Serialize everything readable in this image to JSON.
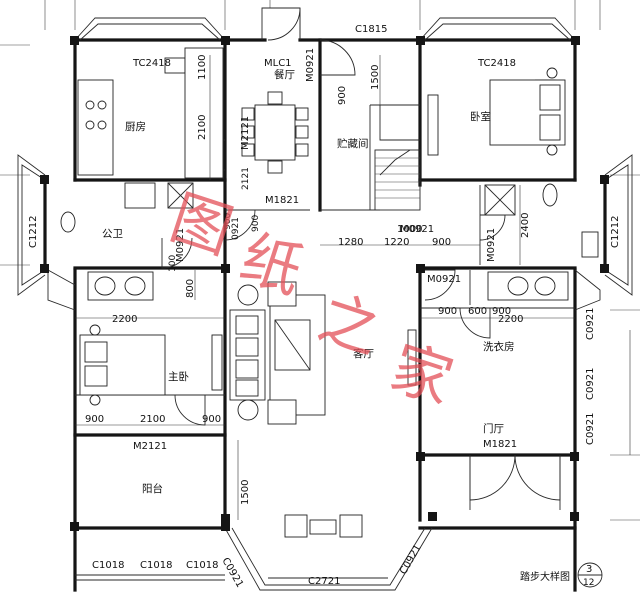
{
  "rooms": {
    "kitchen": "厨房",
    "dining": "餐厅",
    "storage": "贮藏间",
    "bedroom": "卧室",
    "public_bath": "公卫",
    "master_bedroom": "主卧",
    "living_room": "客厅",
    "laundry": "洗衣房",
    "foyer": "门厅",
    "balcony": "阳台"
  },
  "openings": {
    "tc2418_left": "TC2418",
    "tc2418_right": "TC2418",
    "mlc1": "MLC1",
    "c1815": "C1815",
    "m0921_dining": "M0921",
    "m2121_kitchen": "M2121",
    "m1821_kitchen": "M1821",
    "m0921_left": "M0921",
    "m0921_mid": "M0921",
    "m0921_right": "M0921",
    "m0921_laundry": "M0921",
    "c1212_left": "C1212",
    "c1212_right": "C1212",
    "m2121_master": "M2121",
    "c1018_a": "C1018",
    "c1018_b": "C1018",
    "c1018_c": "C1018",
    "c0921_left": "C0921",
    "c0921_right": "C0921",
    "c2721": "C2721",
    "c0921_r1": "C0921",
    "c0921_r2": "C0921",
    "c0921_r3": "C0921",
    "m1821_foyer": "M1821"
  },
  "dims": {
    "d1100": "1100",
    "d2100_kitchen": "2100",
    "d900_a": "900",
    "d1500_top": "1500",
    "d1280": "1280",
    "d1220": "1220",
    "d900_b": "900",
    "d2400": "2400",
    "d1000": "1000",
    "d800": "800",
    "d2200_master": "2200",
    "d2100_master": "2100",
    "d900_m1": "900",
    "d900_m2": "900",
    "d2200_right": "2200",
    "d900_r": "900",
    "d600_r": "600",
    "d900_r2": "900",
    "d1500_bottom": "1500",
    "d2121_dining": "2121",
    "d900_dining": "900",
    "d100_dining": "100",
    "d0921_v": "0921",
    "d900_v2": "900"
  },
  "labels": {
    "step_detail": "踏步大样图",
    "detail_num": "3",
    "detail_sheet": "12"
  },
  "watermark": {
    "chars": [
      "图",
      "纸",
      "之",
      "家"
    ],
    "color": "#e0414a"
  }
}
